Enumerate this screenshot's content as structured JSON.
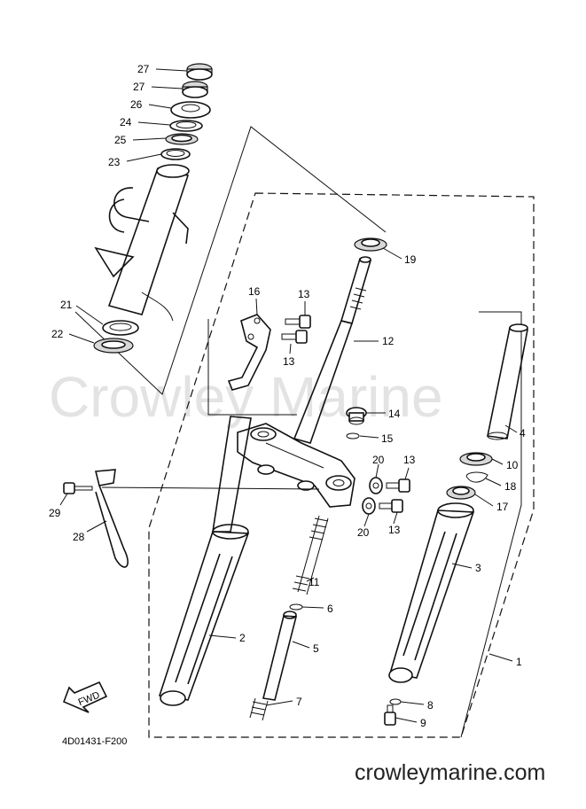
{
  "diagram_code": "4D01431-F200",
  "fwd_label": "FWD",
  "watermark": "Crowley Marine",
  "site": "crowleymarine.com",
  "callouts": {
    "p1": "1",
    "p2": "2",
    "p3": "3",
    "p4": "4",
    "p5": "5",
    "p6": "6",
    "p7": "7",
    "p8": "8",
    "p9": "9",
    "p10": "10",
    "p11": "11",
    "p12": "12",
    "p13a": "13",
    "p13b": "13",
    "p13c": "13",
    "p13d": "13",
    "p14": "14",
    "p15": "15",
    "p16": "16",
    "p17": "17",
    "p18": "18",
    "p19": "19",
    "p20a": "20",
    "p20b": "20",
    "p21": "21",
    "p22": "22",
    "p23": "23",
    "p24": "24",
    "p25": "25",
    "p26": "26",
    "p27a": "27",
    "p27b": "27",
    "p28": "28",
    "p29": "29"
  }
}
